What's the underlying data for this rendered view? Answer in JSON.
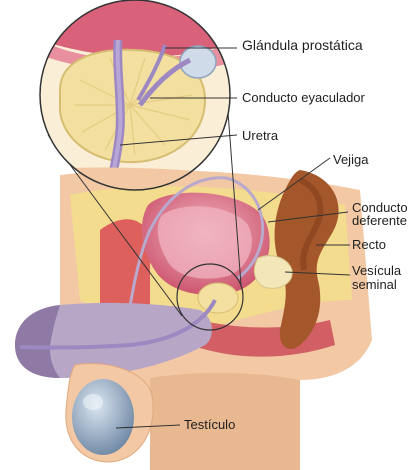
{
  "labels": {
    "prostate": "Glándula prostática",
    "ejaculatory_duct": "Conducto eyaculador",
    "urethra": "Uretra",
    "bladder": "Vejiga",
    "vas_deferens_line1": "Conducto",
    "vas_deferens_line2": "deferente",
    "rectum": "Recto",
    "seminal_vesicle_line1": "Vesícula",
    "seminal_vesicle_line2": "seminal",
    "testicle": "Testículo"
  },
  "colors": {
    "skin": "#f2c9a4",
    "skin_shadow": "#e3ad82",
    "fat": "#f3dc8e",
    "bladder": "#d9627a",
    "bladder_inner": "#f0b3c0",
    "rectum": "#a4572a",
    "rectum_dark": "#7a3a18",
    "penis": "#b7a6c6",
    "penis_dark": "#8f7aa6",
    "prostate": "#f3e0a0",
    "urethra": "#9d88c2",
    "testicle": "#9fb3c9",
    "muscle": "#d84a55",
    "leader": "#333333"
  }
}
